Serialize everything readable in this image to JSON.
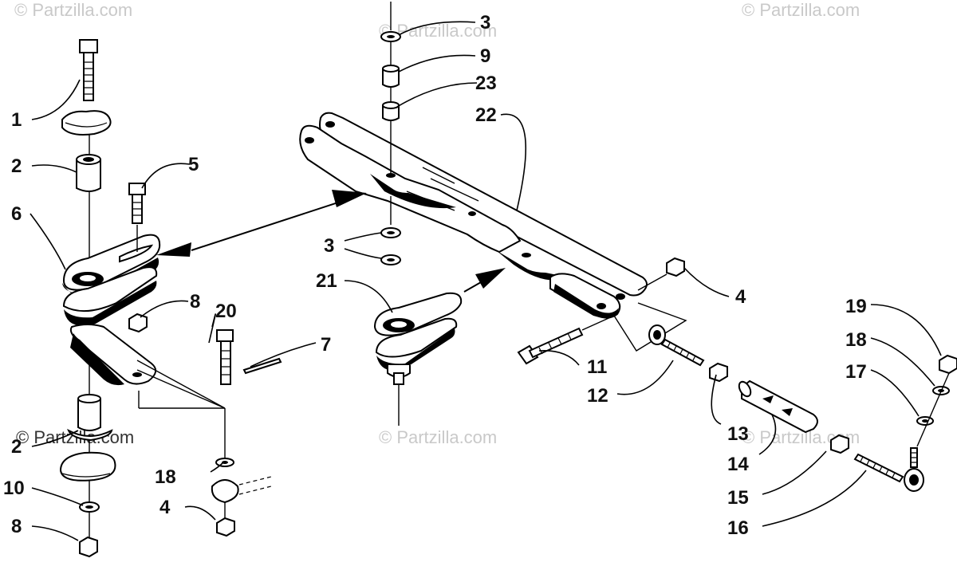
{
  "watermarks": {
    "top_left": "© Partzilla.com",
    "top_center": "© Partzilla.com",
    "top_right": "© Partzilla.com",
    "center": "© Partzilla.com",
    "lower_right": "© Partzilla.com",
    "left_dark": "© Partzilla.com"
  },
  "callouts": {
    "c1": "1",
    "c2a": "2",
    "c2b": "2",
    "c3a": "3",
    "c3b": "3",
    "c4a": "4",
    "c4b": "4",
    "c5": "5",
    "c6": "6",
    "c7": "7",
    "c8a": "8",
    "c8b": "8",
    "c9": "9",
    "c10": "10",
    "c11": "11",
    "c12": "12",
    "c13": "13",
    "c14": "14",
    "c15": "15",
    "c16": "16",
    "c17": "17",
    "c18a": "18",
    "c18b": "18",
    "c19": "19",
    "c20": "20",
    "c21": "21",
    "c22": "22",
    "c23": "23"
  }
}
